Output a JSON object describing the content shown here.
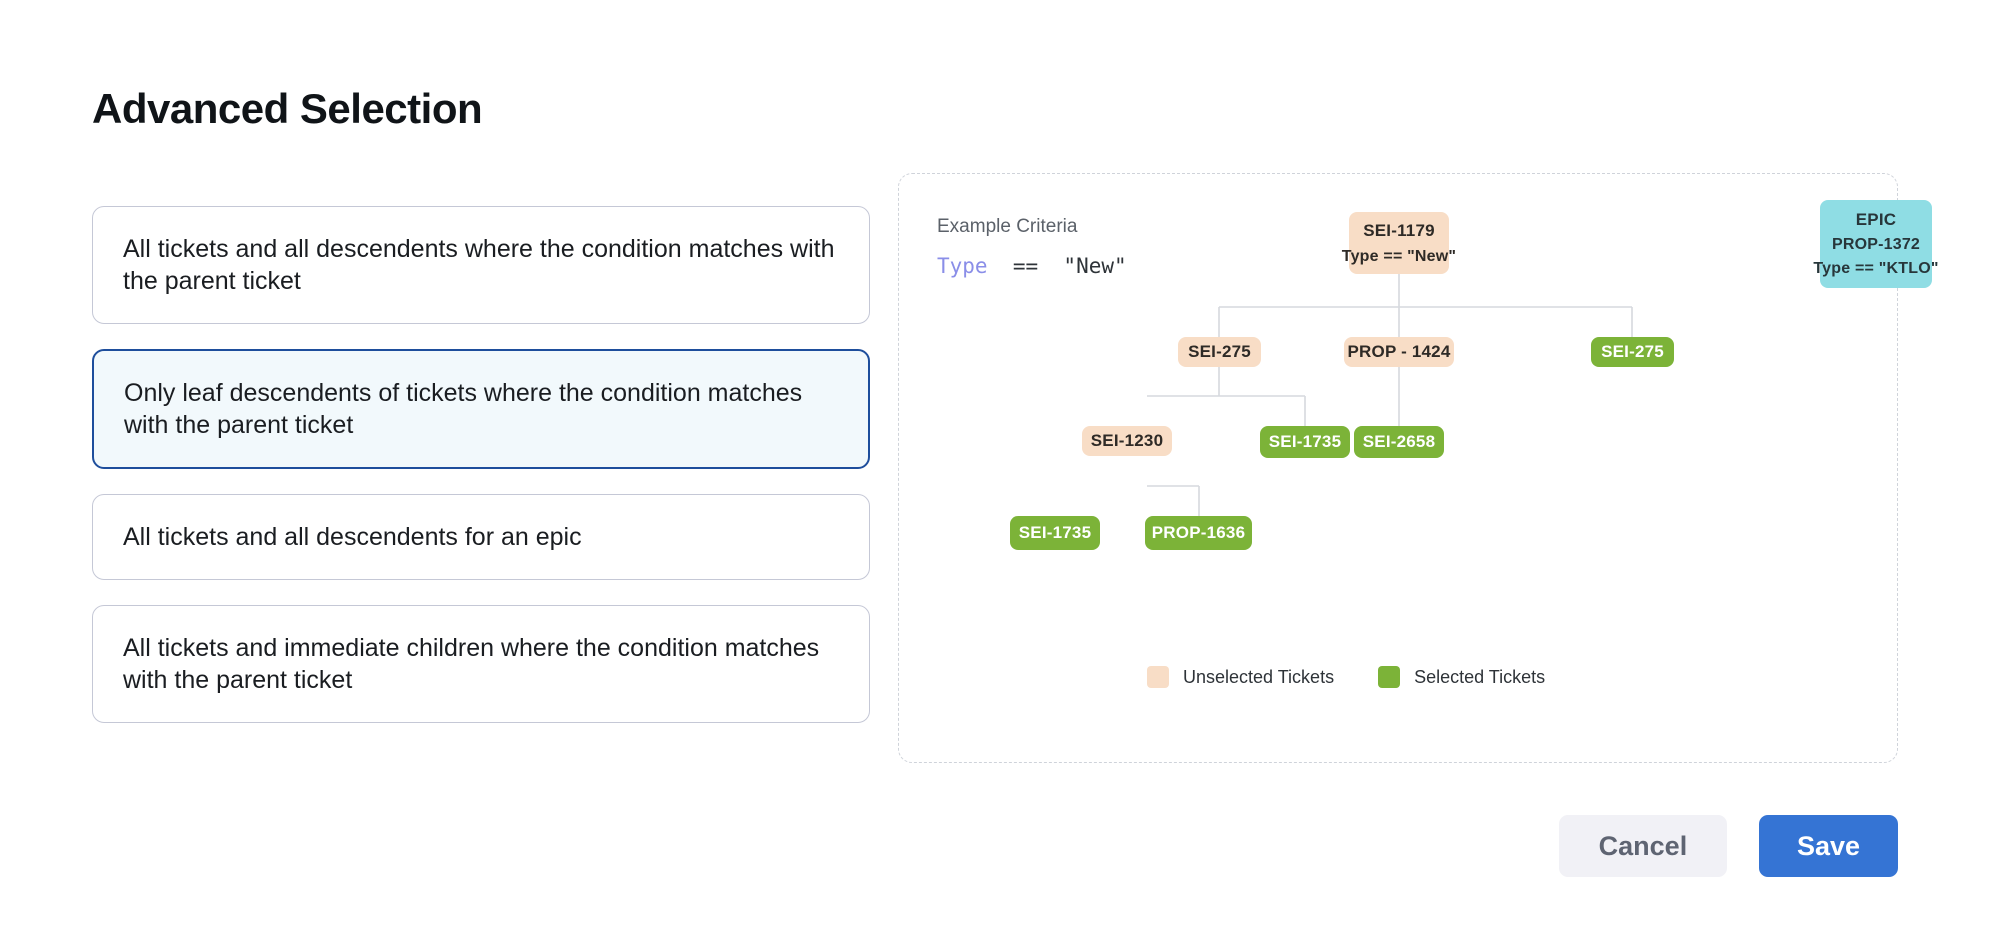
{
  "page": {
    "title": "Advanced Selection"
  },
  "options": [
    {
      "label": "All tickets and all descendents where the condition matches with the parent ticket",
      "selected": false
    },
    {
      "label": "Only leaf descendents of tickets where the condition matches with the parent ticket",
      "selected": true
    },
    {
      "label": "All tickets and all descendents for an epic",
      "selected": false
    },
    {
      "label": "All tickets and immediate children where the condition matches with the parent ticket",
      "selected": false
    }
  ],
  "diagram": {
    "criteria_label": "Example Criteria",
    "criteria_keyword": "Type",
    "criteria_rest": "  ==  \"New\"",
    "nodes": {
      "root": {
        "id": "SEI-1179",
        "sub": "Type == \"New\""
      },
      "epic": {
        "kind": "EPIC",
        "id": "PROP-1372",
        "sub": "Type == \"KTLO\""
      },
      "sei275_left": {
        "id": "SEI-275"
      },
      "prop1424": {
        "id": "PROP - 1424"
      },
      "sei275_right": {
        "id": "SEI-275"
      },
      "sei1230": {
        "id": "SEI-1230"
      },
      "sei1735_mid": {
        "id": "SEI-1735"
      },
      "sei2658": {
        "id": "SEI-2658"
      },
      "sei1735_leaf": {
        "id": "SEI-1735"
      },
      "prop1636": {
        "id": "PROP-1636"
      }
    },
    "legend": [
      {
        "label": "Unselected Tickets",
        "color": "#f8ddc6"
      },
      {
        "label": "Selected Tickets",
        "color": "#7cb338"
      }
    ]
  },
  "footer": {
    "cancel_label": "Cancel",
    "save_label": "Save"
  },
  "colors": {
    "selected_node": "#7cb338",
    "unselected_node": "#f8ddc6",
    "epic_node": "#8fdde4",
    "primary_button": "#3574d4",
    "selected_card_border": "#1e4e9c",
    "selected_card_bg": "#f2f9fc"
  }
}
